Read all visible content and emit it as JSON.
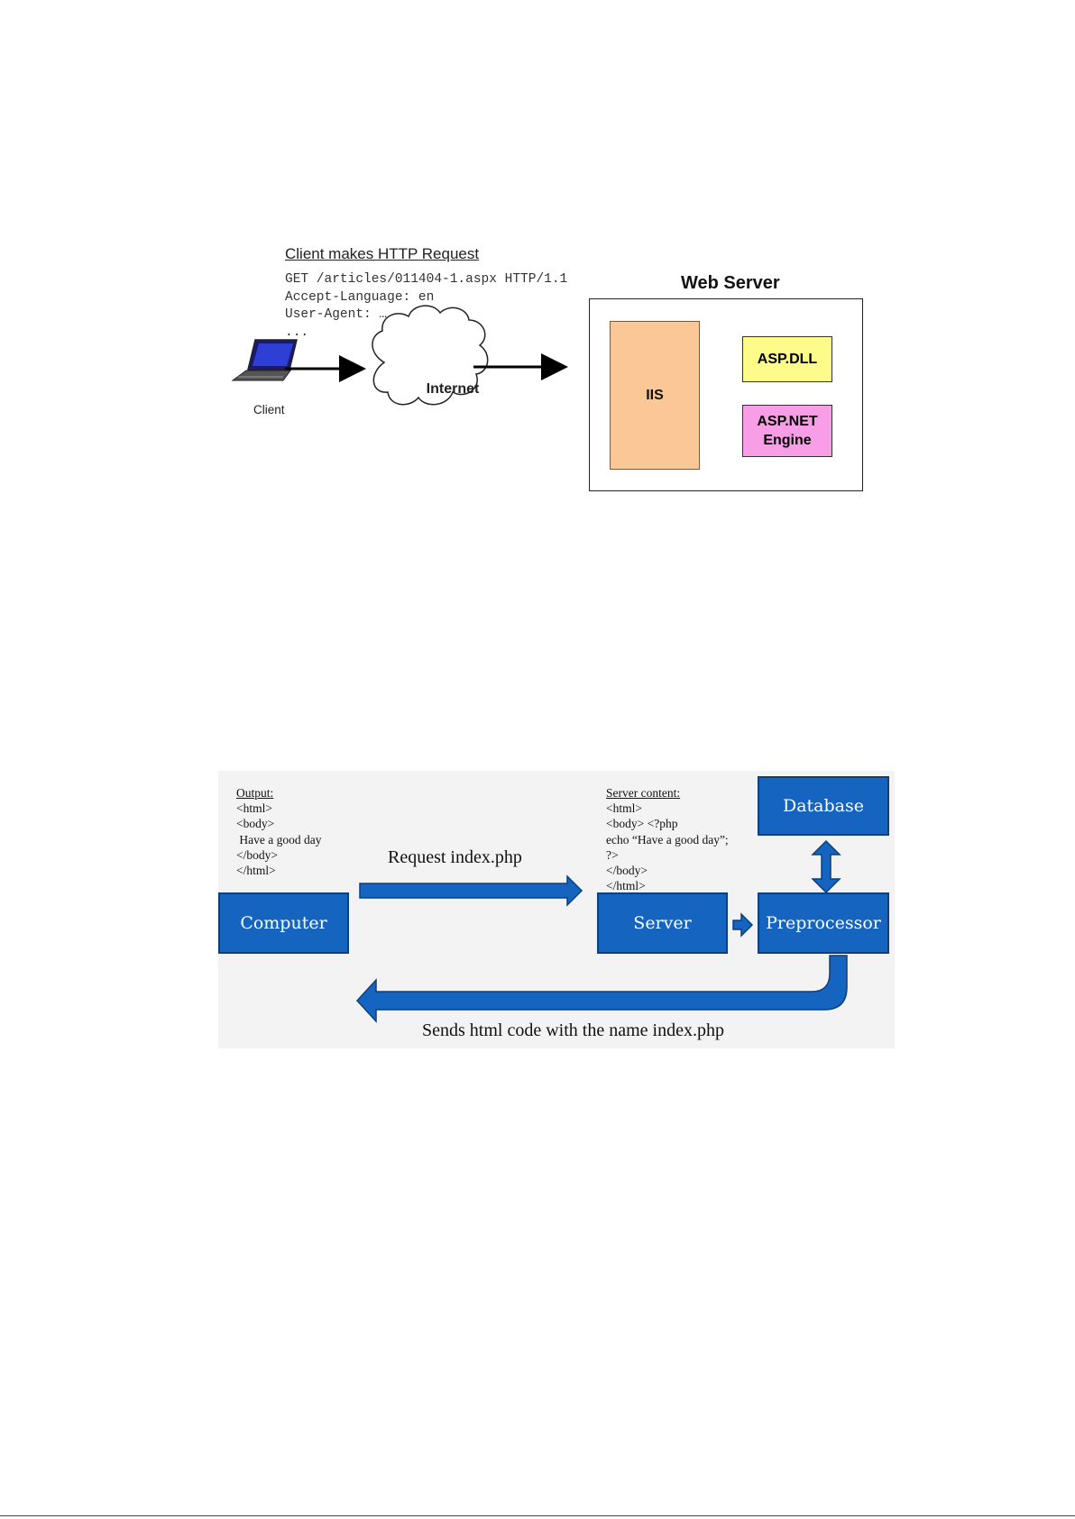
{
  "figure1": {
    "request_title": "Client makes HTTP Request",
    "request_lines": [
      "GET /articles/011404-1.aspx HTTP/1.1",
      "Accept-Language: en",
      "User-Agent: …",
      "..."
    ],
    "client_label": "Client",
    "internet_label": "Internet",
    "web_server_label": "Web Server",
    "iis_label": "IIS",
    "asp_dll_label": "ASP.DLL",
    "asp_net_line1": "ASP.NET",
    "asp_net_line2": "Engine",
    "colors": {
      "iis": "#fbc796",
      "asp_dll": "#fdfb8a",
      "asp_net": "#f79ee6"
    }
  },
  "figure2": {
    "output_header": "Output:",
    "output_lines": [
      "<html>",
      "<body>",
      " Have a good day",
      "</body>",
      "</html>"
    ],
    "server_content_header": "Server content:",
    "server_content_lines": [
      "<html>",
      "<body> <?php",
      "echo “Have a good day”;",
      "?>",
      "</body>",
      "</html>"
    ],
    "request_label": "Request index.php",
    "response_label": "Sends html code with the name index.php",
    "computer_label": "Computer",
    "server_label": "Server",
    "preprocessor_label": "Preprocessor",
    "database_label": "Database",
    "colors": {
      "box": "#1565c0",
      "box_border": "#0d3f7a",
      "background": "#f3f3f3"
    }
  }
}
